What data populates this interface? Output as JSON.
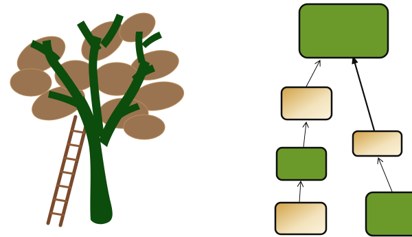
{
  "colors": {
    "background": "#ffffff",
    "foliage": "#9a7450",
    "trunk": "#0c4c0c",
    "ladder": "#7a4a2c",
    "green_node": "#6b9a2a",
    "gold_node_light": "#fbf3dc",
    "gold_node_dark": "#d1a246",
    "outline": "#0e0e0e"
  },
  "illustration": {
    "subject": "tree-with-ladder",
    "icons": [
      "tree-icon",
      "ladder-icon"
    ]
  },
  "diagram": {
    "nodes": [
      {
        "id": "root",
        "style": "green"
      },
      {
        "id": "left-upper",
        "style": "gold"
      },
      {
        "id": "left-middle",
        "style": "green"
      },
      {
        "id": "left-bottom",
        "style": "gold"
      },
      {
        "id": "right-upper",
        "style": "gold"
      },
      {
        "id": "right-bottom",
        "style": "green"
      }
    ],
    "edges": [
      {
        "from": "left-upper",
        "to": "root",
        "weight": "thin"
      },
      {
        "from": "left-middle",
        "to": "left-upper",
        "weight": "thin"
      },
      {
        "from": "left-bottom",
        "to": "left-middle",
        "weight": "thin"
      },
      {
        "from": "right-upper",
        "to": "root",
        "weight": "bold"
      },
      {
        "from": "right-bottom",
        "to": "right-upper",
        "weight": "thin"
      }
    ]
  }
}
